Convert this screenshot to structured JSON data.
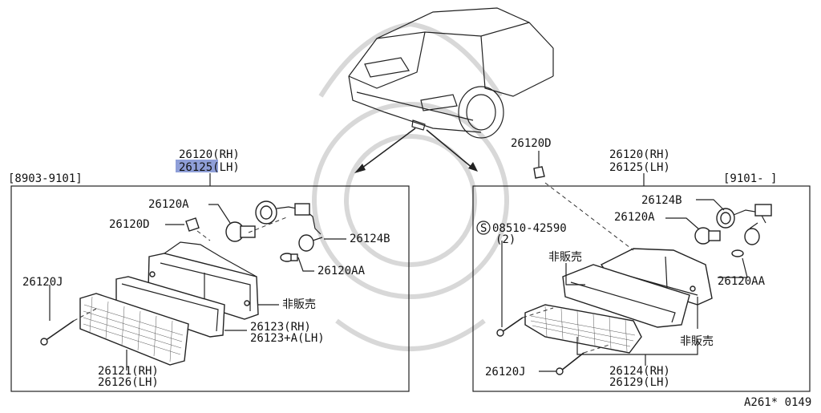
{
  "diagram": {
    "figure_code": "A261* 0149",
    "left_panel": {
      "date_range": "[8903-9101]",
      "header_rh": "26120(RH)",
      "header_lh": "26125(LH)",
      "part_socket_bulb": "26120A",
      "part_clip": "26120D",
      "part_harness": "26124B",
      "part_bulb_small": "26120AA",
      "part_screw": "26120J",
      "not_for_sale": "非販売",
      "part_gasket_rh": "26123(RH)",
      "part_gasket_lh": "26123+A(LH)",
      "part_lens_rh": "26121(RH)",
      "part_lens_lh": "26126(LH)"
    },
    "right_panel": {
      "date_range": "[9101-    ]",
      "header_rh": "26120(RH)",
      "header_lh": "26125(LH)",
      "part_clip": "26120D",
      "part_harness": "26124B",
      "part_socket_bulb": "26120A",
      "part_bulb_small": "26120AA",
      "part_screw_code": "08510-42590",
      "part_screw_qty": "(2)",
      "screw_symbol": "S",
      "not_for_sale_1": "非販売",
      "not_for_sale_2": "非販売",
      "part_screw": "26120J",
      "part_lens_rh": "26124(RH)",
      "part_lens_lh": "26129(LH)"
    }
  }
}
